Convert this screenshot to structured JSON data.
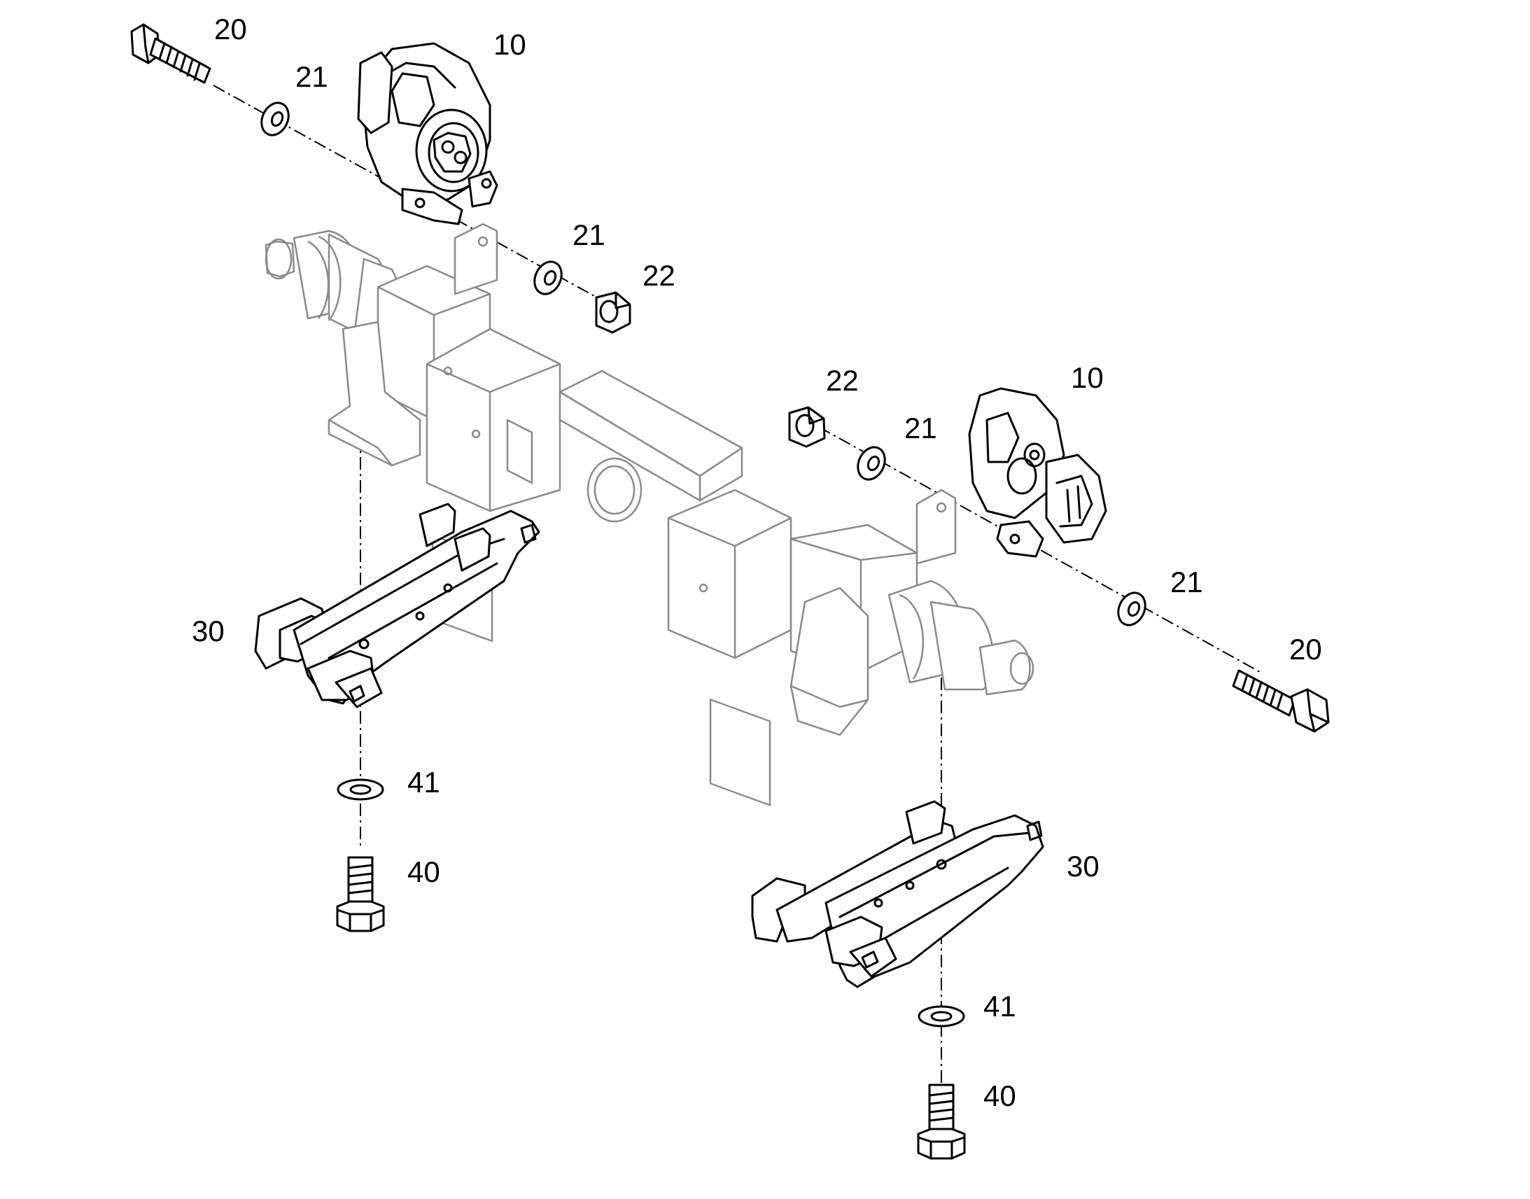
{
  "diagram": {
    "type": "exploded parts drawing",
    "callouts": {
      "c20_top": "20",
      "c21_top": "21",
      "c10_top": "10",
      "c21_mid": "21",
      "c22_mid": "22",
      "c22_right": "22",
      "c10_right": "10",
      "c21_right": "21",
      "c21_right_low": "21",
      "c20_right": "20",
      "c30_left": "30",
      "c41_left": "41",
      "c40_left": "40",
      "c30_right": "30",
      "c41_right": "41",
      "c40_right": "40"
    },
    "colors": {
      "line": "#000000",
      "axle_line": "#8a8a8a",
      "background": "#ffffff"
    }
  }
}
